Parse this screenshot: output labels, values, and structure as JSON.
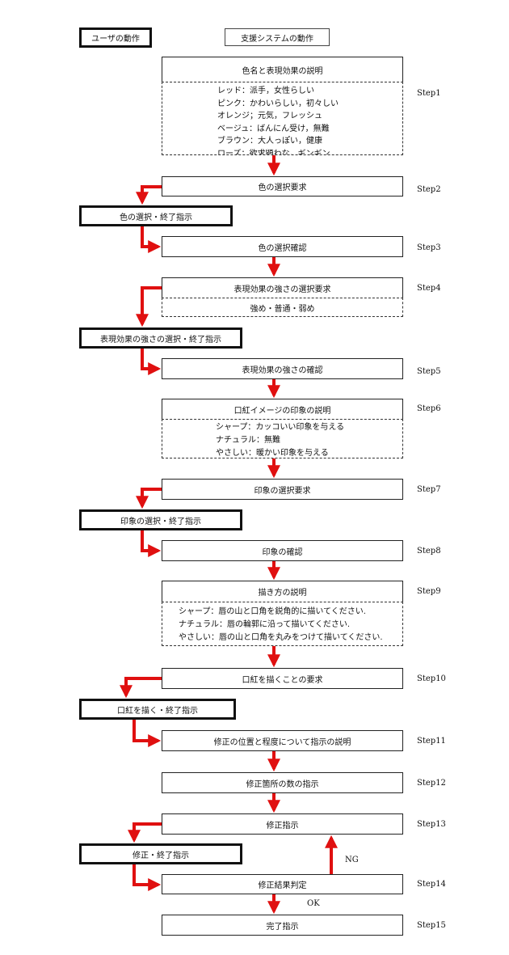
{
  "headers": {
    "user": "ユーザの動作",
    "system": "支援システムの動作"
  },
  "steps": {
    "s1": {
      "title": "色名と表現効果の説明",
      "lines": [
        "レッド：派手，女性らしい",
        "ピンク：かわいらしい，初々しい",
        "オレンジ；元気，フレッシュ",
        "ベージュ：ばんにん受け，無難",
        "ブラウン：大人っぽい，健康",
        "ローズ：欲求顕わな，ギンギン"
      ],
      "label": "Step1"
    },
    "s2": {
      "text": "色の選択要求",
      "label": "Step2"
    },
    "u1": {
      "text": "色の選択・終了指示"
    },
    "s3": {
      "text": "色の選択確認",
      "label": "Step3"
    },
    "s4": {
      "title": "表現効果の強さの選択要求",
      "option": "強め・普通・弱め",
      "label": "Step4"
    },
    "u2": {
      "text": "表現効果の強さの選択・終了指示"
    },
    "s5": {
      "text": "表現効果の強さの確認",
      "label": "Step5"
    },
    "s6": {
      "title": "口紅イメージの印象の説明",
      "lines": [
        "シャープ：カッコいい印象を与える",
        "ナチュラル：無難",
        "やさしい：暖かい印象を与える"
      ],
      "label": "Step6"
    },
    "s7": {
      "text": "印象の選択要求",
      "label": "Step7"
    },
    "u3": {
      "text": "印象の選択・終了指示"
    },
    "s8": {
      "text": "印象の確認",
      "label": "Step8"
    },
    "s9": {
      "title": "描き方の説明",
      "lines": [
        "シャープ：唇の山と口角を鋭角的に描いてください.",
        "ナチュラル：唇の輪郭に沿って描いてください.",
        "やさしい：唇の山と口角を丸みをつけて描いてください."
      ],
      "label": "Step9"
    },
    "s10": {
      "text": "口紅を描くことの要求",
      "label": "Step10"
    },
    "u4": {
      "text": "口紅を描く・終了指示"
    },
    "s11": {
      "text": "修正の位置と程度について指示の説明",
      "label": "Step11"
    },
    "s12": {
      "text": "修正箇所の数の指示",
      "label": "Step12"
    },
    "s13": {
      "text": "修正指示",
      "label": "Step13"
    },
    "u5": {
      "text": "修正・終了指示"
    },
    "s14": {
      "text": "修正結果判定",
      "label": "Step14"
    },
    "s15": {
      "text": "完了指示",
      "label": "Step15"
    }
  },
  "branches": {
    "ng": "NG",
    "ok": "OK"
  },
  "colors": {
    "arrow": "#e01010",
    "border": "#111111"
  }
}
